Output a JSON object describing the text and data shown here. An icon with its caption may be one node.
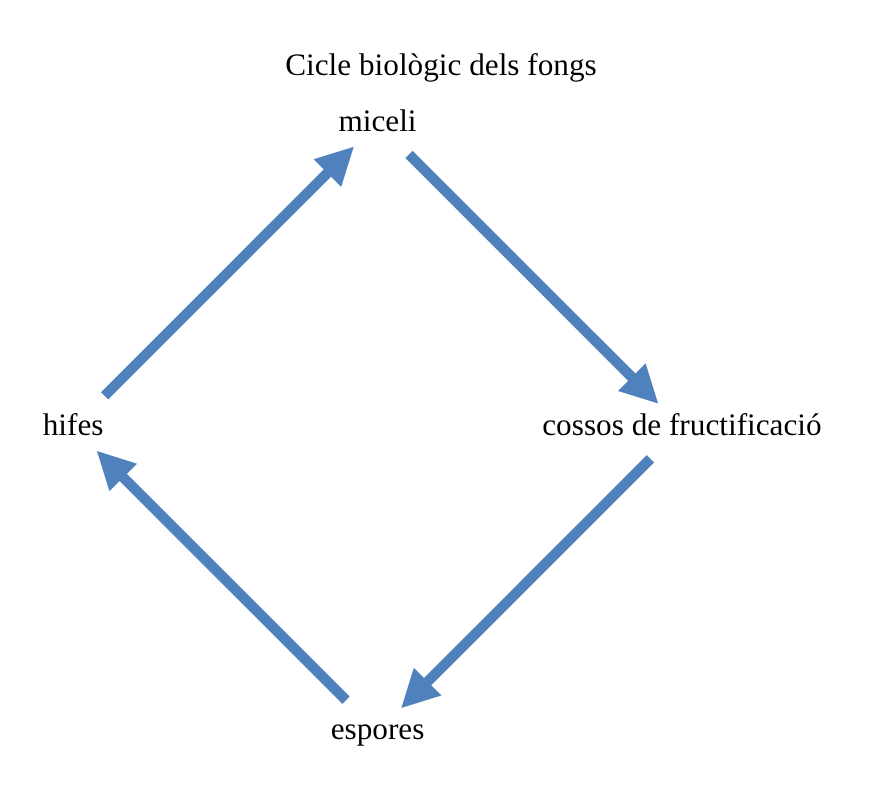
{
  "diagram": {
    "title": "Cicle biològic dels fongs",
    "nodes": [
      {
        "text": [
          "espores"
        ]
      },
      {
        "text": [
          "hifes"
        ]
      },
      {
        "text": [
          "miceli"
        ]
      },
      {
        "text": [
          "cossos de fructificació"
        ]
      }
    ],
    "edges": [
      {
        "from": 0,
        "to": 1,
        "arrow": "to"
      },
      {
        "from": 1,
        "to": 2,
        "arrow": "to"
      },
      {
        "from": 2,
        "to": 3,
        "arrow": "to"
      },
      {
        "from": 3,
        "to": 0,
        "arrow": "to"
      }
    ]
  }
}
